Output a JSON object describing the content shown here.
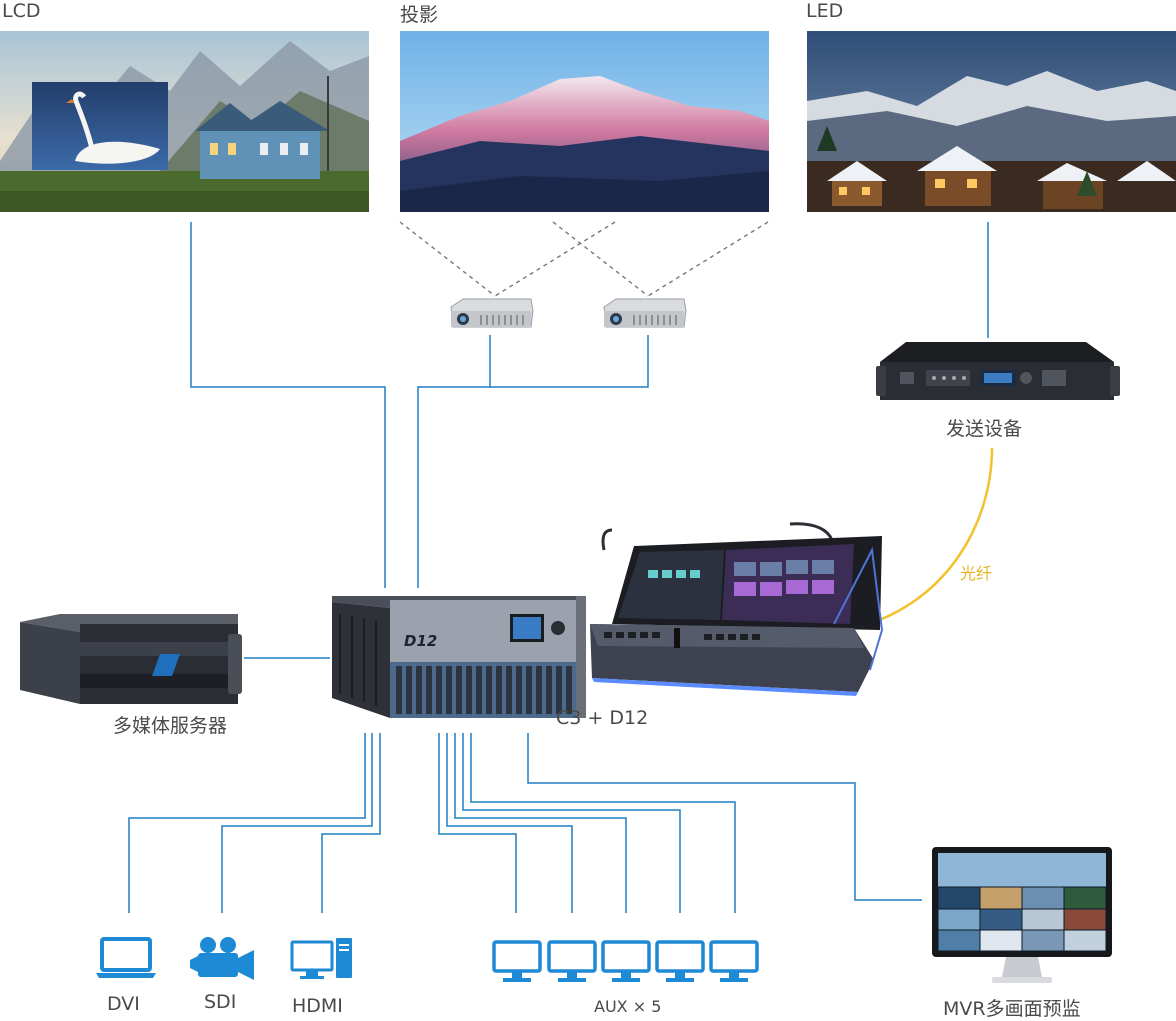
{
  "screens": {
    "lcd_label": "LCD",
    "projection_label": "投影",
    "led_label": "LED"
  },
  "devices": {
    "sender_label": "发送设备",
    "fiber_label": "光纤",
    "media_server_label": "多媒体服务器",
    "switcher_label": "C3 + D12",
    "d12_badge": "D12"
  },
  "outputs": {
    "dvi_label": "DVI",
    "sdi_label": "SDI",
    "hdmi_label": "HDMI",
    "aux_label": "AUX × 5",
    "mvr_label": "MVR多画面预监"
  },
  "colors": {
    "line_blue": "#1f7fc4",
    "fiber_yellow": "#f2c12e",
    "icon_blue": "#1e8ad6"
  }
}
